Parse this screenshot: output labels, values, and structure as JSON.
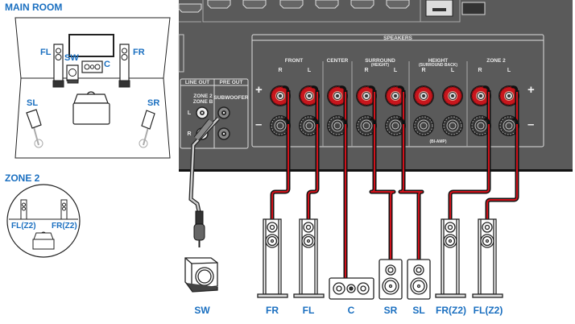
{
  "main_room": {
    "title": "MAIN ROOM",
    "labels": {
      "fl": "FL",
      "fr": "FR",
      "sw": "SW",
      "c": "C",
      "sl": "SL",
      "sr": "SR"
    }
  },
  "zone2": {
    "title": "ZONE 2",
    "labels": {
      "fl": "FL(Z2)",
      "fr": "FR(Z2)"
    }
  },
  "receiver": {
    "panel_color": "#5a5a5a",
    "line_out": {
      "header": "LINE OUT",
      "sub1": "ZONE 2",
      "sub2": "ZONE B",
      "l": "L",
      "r": "R"
    },
    "pre_out": {
      "header": "PRE OUT",
      "sub": "SUBWOOFER"
    },
    "speakers": {
      "header": "SPEAKERS",
      "groups": [
        {
          "name": "FRONT",
          "sub": "",
          "channels": [
            "R",
            "L"
          ]
        },
        {
          "name": "CENTER",
          "sub": "",
          "channels": []
        },
        {
          "name": "SURROUND",
          "sub": "(HEIGHT)",
          "channels": [
            "R",
            "L"
          ]
        },
        {
          "name": "HEIGHT",
          "sub": "(SURROUND BACK)",
          "channels": [
            "R",
            "L"
          ]
        },
        {
          "name": "ZONE 2",
          "sub": "",
          "channels": [
            "R",
            "L"
          ]
        }
      ],
      "plus": "+",
      "minus": "–",
      "biamp": "(BI-AMP)"
    }
  },
  "speakers_bottom": [
    {
      "id": "sw",
      "label": "SW"
    },
    {
      "id": "fr",
      "label": "FR"
    },
    {
      "id": "fl",
      "label": "FL"
    },
    {
      "id": "c",
      "label": "C"
    },
    {
      "id": "sr",
      "label": "SR"
    },
    {
      "id": "sl",
      "label": "SL"
    },
    {
      "id": "frz2",
      "label": "FR(Z2)"
    },
    {
      "id": "flz2",
      "label": "FL(Z2)"
    }
  ],
  "colors": {
    "label_blue": "#1a6fc0",
    "cable_red": "#d0121b",
    "terminal_red": "#c8161d"
  }
}
